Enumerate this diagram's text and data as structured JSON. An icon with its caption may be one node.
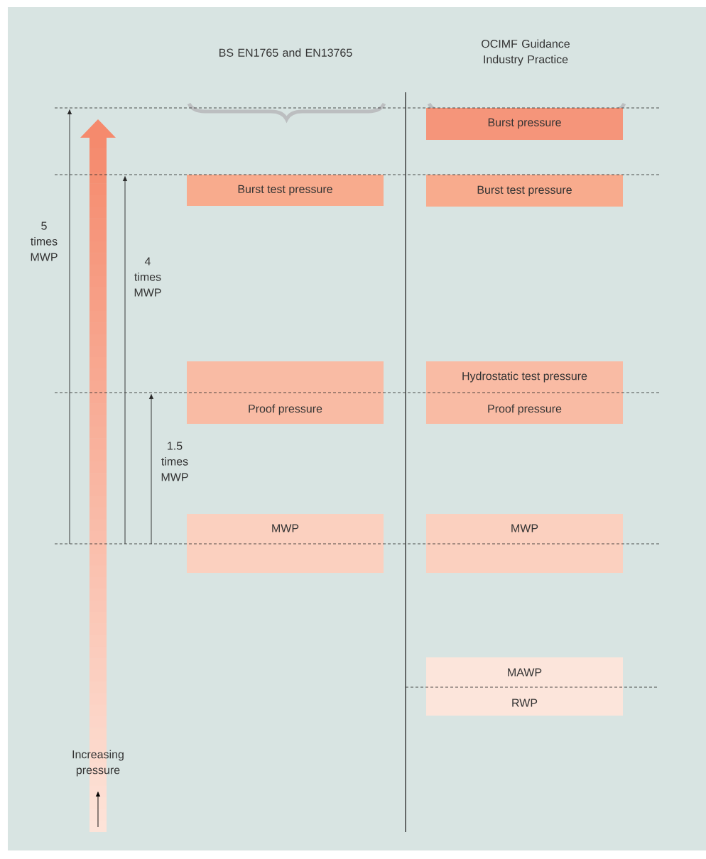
{
  "diagram": {
    "nodes": [
      {
        "text": [
          "Burst pressure"
        ]
      },
      {
        "text": [
          "Burst test pressure"
        ]
      },
      {
        "text": [
          "Burst test pressure"
        ]
      },
      {
        "text": [
          "Proof pressure"
        ]
      },
      {
        "text": [
          "Hydrostatic test pressure",
          "Proof pressure"
        ]
      },
      {
        "text": [
          "MWP"
        ]
      },
      {
        "text": [
          "MWP"
        ]
      },
      {
        "text": [
          "MAWP",
          "RWP"
        ]
      }
    ],
    "labels": [
      "BS EN1765 and EN13765",
      "OCIMF Guidance Industry Practice",
      "5 times MWP",
      "4 times MWP",
      "1.5 times MWP",
      "Increasing pressure"
    ]
  }
}
